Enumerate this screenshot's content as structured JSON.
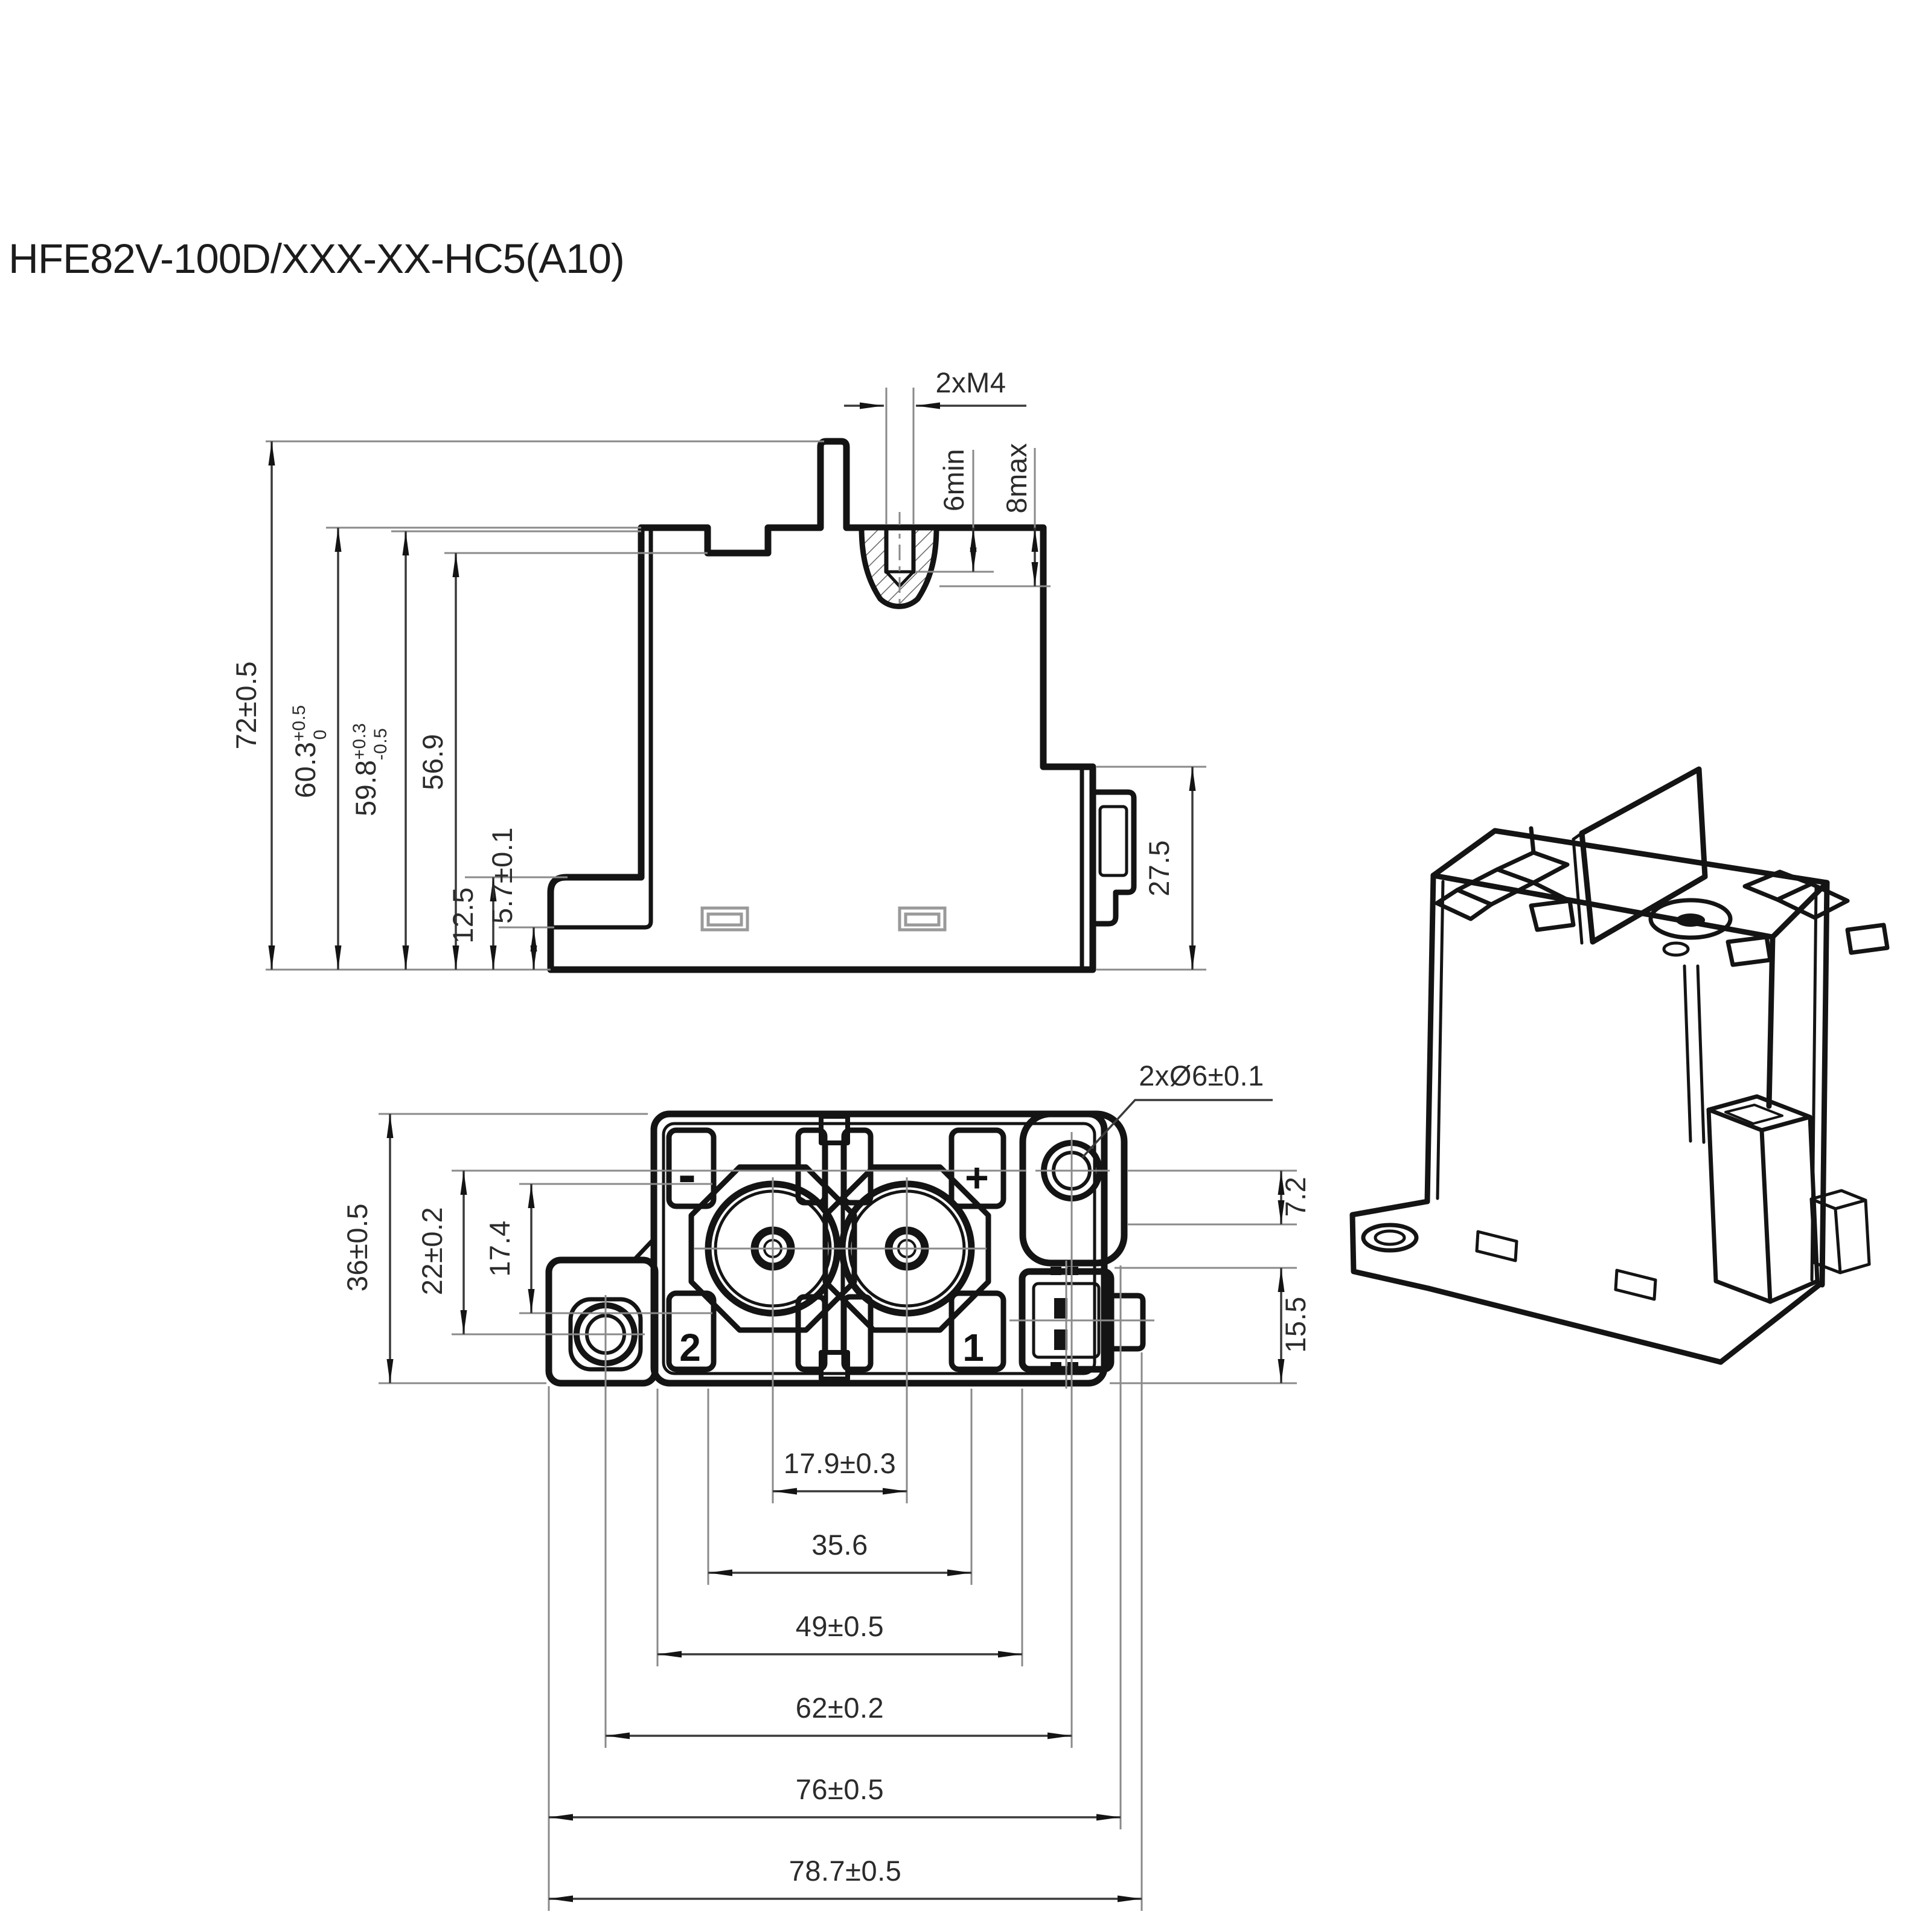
{
  "title": "HFE82V-100D/XXX-XX-HC5(A10)",
  "colors": {
    "ink": "#141414",
    "dim_line": "#3a3a3a",
    "extension_line": "#8a8a8a",
    "text": "#2b2b2b",
    "background": "#ffffff"
  },
  "side_view": {
    "name": "side profile with M4 screw boss section",
    "dims": {
      "overall_height": "72±0.5",
      "h_top_main": "60.3",
      "h_top_sup": "+0.5",
      "h_top_sub": "0",
      "h_mid_main": "59.8",
      "h_mid_sup": "+0.3",
      "h_mid_sub": "-0.5",
      "h_inner": "56.9",
      "foot_recess": "12.5",
      "foot_step": "5.7±0.1",
      "right_step_height": "27.5",
      "screw_thread": "2xM4",
      "thread_depth_min": "6min",
      "thread_depth_max": "8max"
    }
  },
  "bottom_view": {
    "name": "bottom view with terminals and mounting ears",
    "dims": {
      "body_depth": "36±0.5",
      "hole_vertical_span": "22±0.2",
      "terminal_diameter": "17.4",
      "mounting_holes": "2xØ6±0.1",
      "ear_offset": "7.2",
      "connector_span": "15.5",
      "terminal_spacing": "17.9±0.3",
      "boss_span": "35.6",
      "rib_span": "49±0.5",
      "hole_horizontal_span": "62±0.2",
      "body_width": "76±0.5",
      "overall_width": "78.7±0.5"
    },
    "terminal_labels": {
      "negative": "-",
      "positive": "+",
      "coil_2": "2",
      "coil_1": "1"
    }
  },
  "isometric_view": {
    "name": "isometric view of relay from below"
  }
}
